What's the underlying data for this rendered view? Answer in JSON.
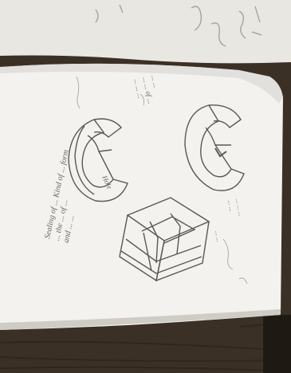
{
  "photo": {
    "subject": "notebook-sketch",
    "colors": {
      "paper": "#f3f2ef",
      "paper_shadow": "#d9d8d4",
      "background_wood": "#3b3026",
      "wood_dark": "#2a2119",
      "pencil": "#5b5752"
    },
    "notes": {
      "column_left": [
        "Sealing of ... Kind of ... form",
        "... the ... of ...",
        "and ... ..."
      ],
      "column_middle": [
        "... ...",
        "... ... of ...",
        "... ... ..."
      ],
      "column_right": [
        "... ... ...",
        "... ..."
      ],
      "label_near_ring": "Hole",
      "label_near_box": "... ..."
    }
  }
}
